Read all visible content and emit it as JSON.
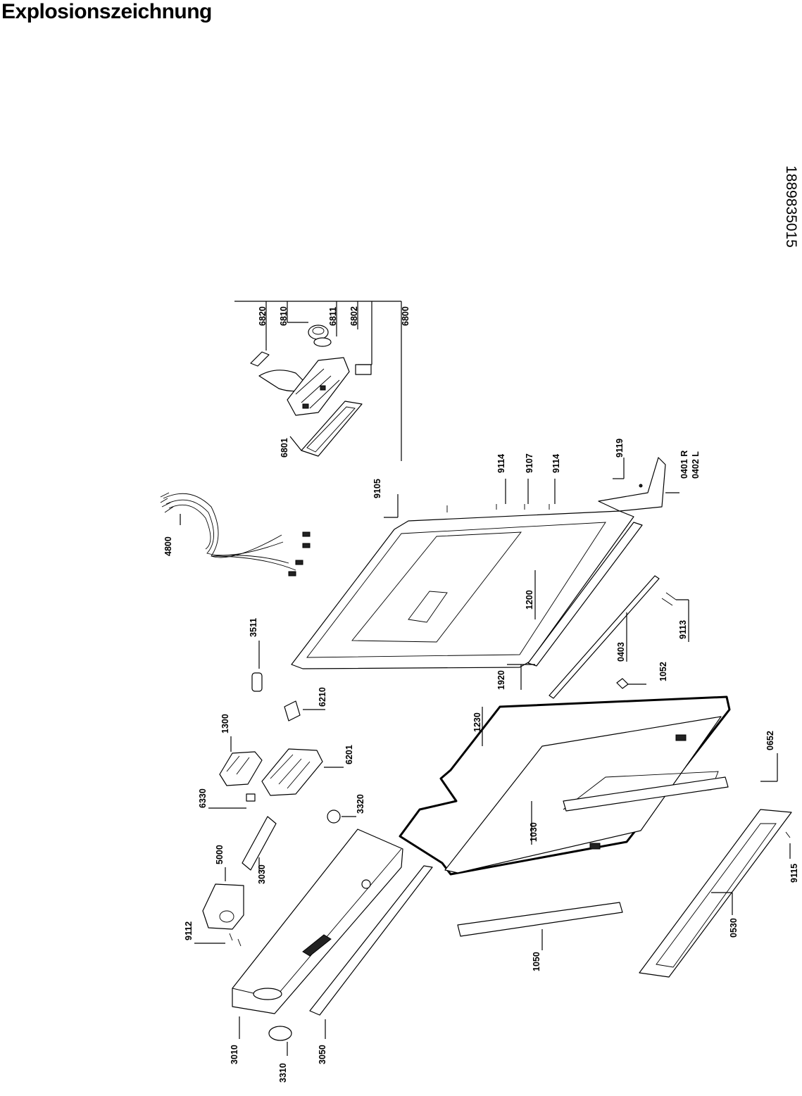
{
  "title": "Explosionszeichnung",
  "drawing_number": "1889835015",
  "part_labels": {
    "p6820": "6820",
    "p6810": "6810",
    "p6811": "6811",
    "p6802": "6802",
    "p6800": "6800",
    "p6801": "6801",
    "p4800": "4800",
    "p9105": "9105",
    "p9114a": "9114",
    "p9107": "9107",
    "p9114b": "9114",
    "p9119": "9119",
    "p0401": "0401 R",
    "p0402": "0402 L",
    "p1200": "1200",
    "p3511": "3511",
    "p9113": "9113",
    "p0403": "0403",
    "p1920": "1920",
    "p1052": "1052",
    "p6210": "6210",
    "p1300": "1300",
    "p1230": "1230",
    "p6201": "6201",
    "p6330": "6330",
    "p3320": "3320",
    "p0652": "0652",
    "p1030": "1030",
    "p5000": "5000",
    "p3030": "3030",
    "p9115": "9115",
    "p9112": "9112",
    "p0530": "0530",
    "p1050": "1050",
    "p3010": "3010",
    "p3310": "3310",
    "p3050": "3050"
  }
}
